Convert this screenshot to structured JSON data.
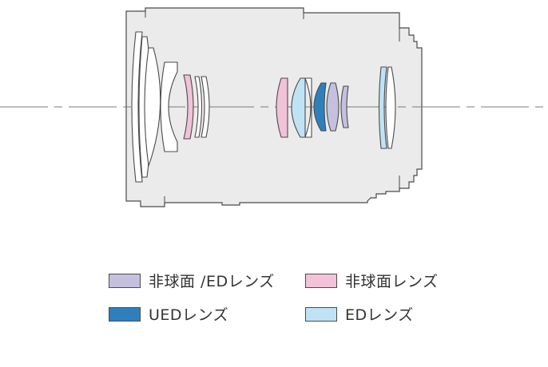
{
  "colors": {
    "barrel_fill": "#ebebeb",
    "outline": "#4a4a4a",
    "axis": "#7a7a7a",
    "plain_lens": "#ffffff",
    "aspherical_ed": "#c5c0dd",
    "aspherical": "#f2c2d8",
    "ued": "#2f7fbf",
    "ed": "#bfe3f5"
  },
  "legend": {
    "aspherical_ed": {
      "label": "非球面 /EDレンズ",
      "color": "#c5c0dd"
    },
    "aspherical": {
      "label": "非球面レンズ",
      "color": "#f2c2d8"
    },
    "ued": {
      "label": "UEDレンズ",
      "color": "#2f7fbf"
    },
    "ed": {
      "label": "EDレンズ",
      "color": "#bfe3f5"
    }
  },
  "lens_elements": [
    {
      "type": "plain"
    },
    {
      "type": "plain"
    },
    {
      "type": "plain"
    },
    {
      "type": "plain"
    },
    {
      "type": "aspherical"
    },
    {
      "type": "plain"
    },
    {
      "type": "plain"
    },
    {
      "type": "aspherical"
    },
    {
      "type": "ed"
    },
    {
      "type": "plain"
    },
    {
      "type": "ued"
    },
    {
      "type": "aspherical_ed"
    },
    {
      "type": "aspherical_ed"
    },
    {
      "type": "ed"
    },
    {
      "type": "plain"
    }
  ]
}
